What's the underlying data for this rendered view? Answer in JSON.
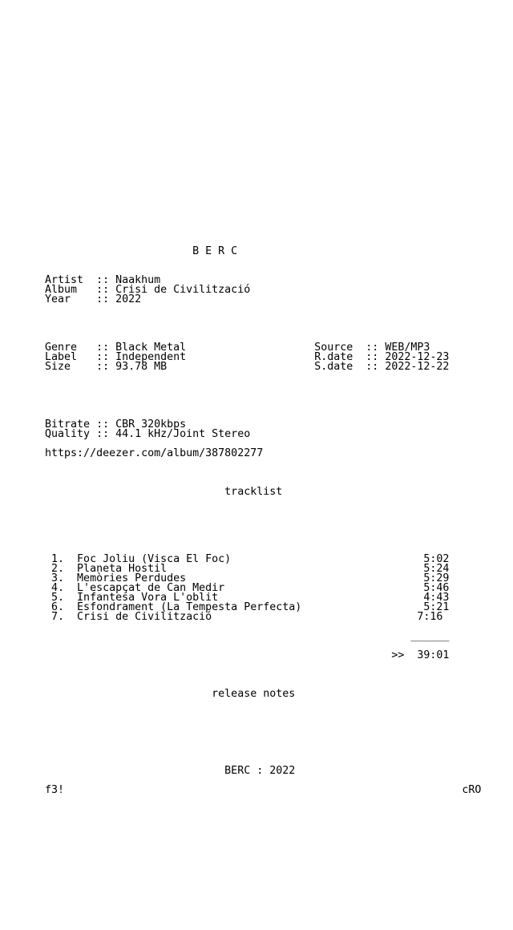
{
  "nfo": {
    "header_art": [
      "",
      "",
      "",
      "",
      "",
      "",
      "",
      "",
      "",
      "",
      "",
      "",
      "",
      "",
      "",
      "",
      "",
      "",
      "",
      "",
      "",
      "",
      "",
      "",
      "                            B E R C",
      "",
      ""
    ],
    "artist_block": [
      "     Artist  :: Naakhum",
      "     Album   :: Crisi de Civilització",
      "     Year    :: 2022"
    ],
    "details_block": [
      "",
      "",
      "",
      "",
      "     Genre   :: Black Metal                    Source  :: WEB/MP3",
      "     Label   :: Independent                    R.date  :: 2022-12-23",
      "     Size    :: 93.78 MB                       S.date  :: 2022-12-22",
      "",
      "",
      "",
      "",
      "",
      "     Bitrate :: CBR 320kbps",
      "     Quality :: 44.1 kHz/Joint Stereo",
      "",
      "     https://deezer.com/album/387802277"
    ],
    "tracklist_heading": [
      "",
      "",
      "",
      "                                 tracklist"
    ],
    "tracks": [
      "",
      "",
      "",
      "",
      "",
      "",
      "      1.  Foc Joliu (Visca El Foc)                              5:02",
      "      2.  Planeta Hostil                                        5:24",
      "      3.  Memòries Perdudes                                     5:29",
      "      4.  L'escapçat de Can Medir                               5:46",
      "      5.  Infantesa Vora L'oblit                                4:43",
      "      6.  Esfondrament (La Tempesta Perfecta)                   5:21",
      "      7.  Crisi de Civilització                                7:16",
      "",
      "                                                              ______",
      "",
      "                                                           >>  39:01",
      "",
      ""
    ],
    "release_notes_heading": [
      "",
      "                               release notes"
    ],
    "footer_art": [
      "",
      "",
      "",
      "",
      "",
      "",
      "",
      "                                 BERC : 2022",
      "",
      "     f3!                                                              cRO",
      "",
      "",
      "",
      "",
      "",
      "",
      "",
      "",
      "",
      "",
      "",
      "",
      "",
      "",
      ""
    ]
  }
}
